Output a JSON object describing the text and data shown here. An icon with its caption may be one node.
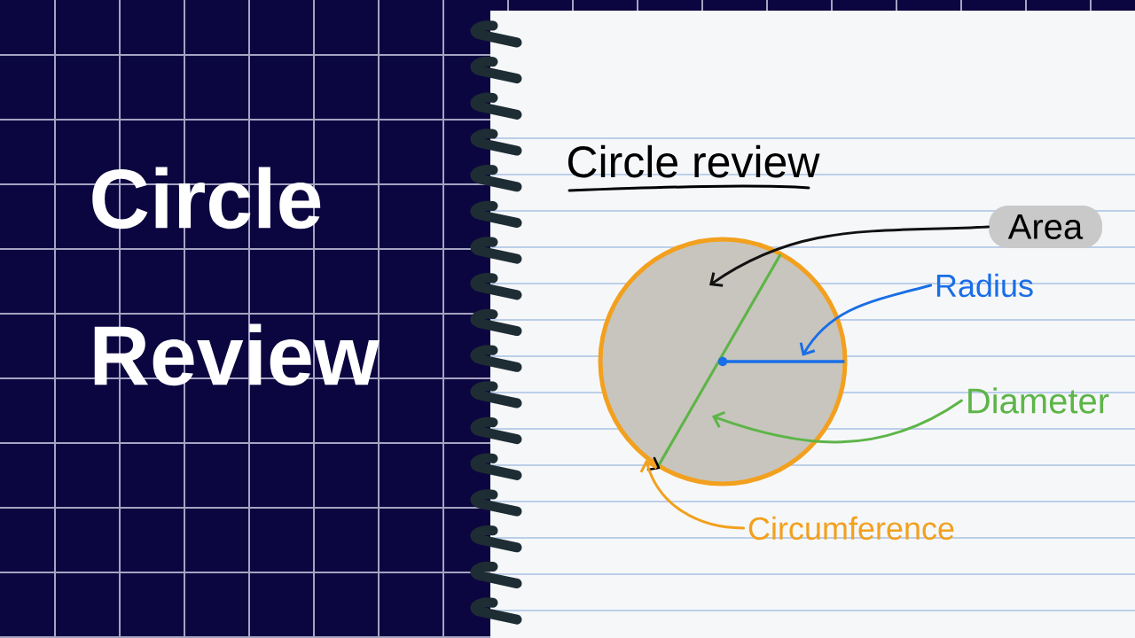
{
  "diagram": {
    "title": "Circle Review",
    "nodes": [
      {
        "text": [
          "Area"
        ]
      },
      {
        "text": [],
        "shape": "circle"
      },
      {
        "text": [],
        "shape": "line",
        "in": 1
      },
      {
        "text": [],
        "shape": "line",
        "in": 1
      },
      {
        "text": [
          "Radius"
        ]
      },
      {
        "text": [
          "Diameter"
        ]
      },
      {
        "text": [
          "Circumference"
        ]
      }
    ],
    "edges": [
      {
        "from": 0,
        "to": 1,
        "arrow": "to",
        "color": "#111111"
      },
      {
        "from": 4,
        "to": 3,
        "arrow": "to",
        "color": "#1a6ee6"
      },
      {
        "from": 5,
        "to": 2,
        "arrow": "to",
        "color": "#5db548"
      },
      {
        "from": 6,
        "to": 1,
        "arrow": "to",
        "color": "#f2a01e"
      }
    ],
    "labels": [
      "Circle review"
    ]
  }
}
